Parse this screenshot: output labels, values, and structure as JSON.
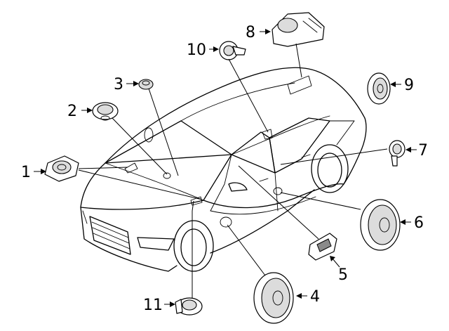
{
  "diagram": {
    "callouts": [
      {
        "id": "c1",
        "label": "1"
      },
      {
        "id": "c2",
        "label": "2"
      },
      {
        "id": "c3",
        "label": "3"
      },
      {
        "id": "c4",
        "label": "4"
      },
      {
        "id": "c5",
        "label": "5"
      },
      {
        "id": "c6",
        "label": "6"
      },
      {
        "id": "c7",
        "label": "7"
      },
      {
        "id": "c8",
        "label": "8"
      },
      {
        "id": "c9",
        "label": "9"
      },
      {
        "id": "c10",
        "label": "10"
      },
      {
        "id": "c11",
        "label": "11"
      }
    ],
    "colors": {
      "line": "#000000",
      "background": "#ffffff",
      "part_fill": "#dcdcdc"
    }
  }
}
